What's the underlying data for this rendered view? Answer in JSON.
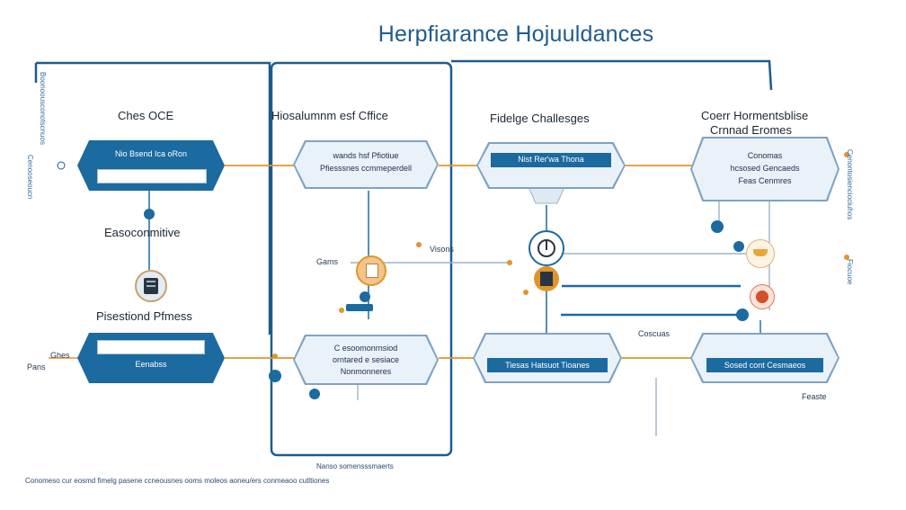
{
  "title": "Herpfiarance Hojuuldances",
  "columns": {
    "col1": "Ches OCE",
    "col2": "Hiosalumnm esf Cffice",
    "col3": "Fidelge Challesges",
    "col4_line1": "Coerr Hormentsblise",
    "col4_line2": "Crnnad Eromes"
  },
  "row_labels": {
    "mid1": "Easoconmitive",
    "mid2": "Pisestiond Pfmess"
  },
  "hexagons": {
    "r1c1": "Nio Bsend Ica oRon",
    "r1c2_line1": "wands hsf Pfiotiue",
    "r1c2_line2": "Pfiesssnes ccmmeperdell",
    "r1c3": "Nist Rer'wa Thona",
    "r1c4_line1": "Conomas",
    "r1c4_line2": "hcsosed Gencaeds",
    "r1c4_line3": "Feas Cenmres",
    "r2c1": "Eenabss",
    "r2c2_line1": "C esoomonrnsiod",
    "r2c2_line2": "orntared e sesiace",
    "r2c2_line3": "Nonmonneres",
    "r2c3": "Tiesas Hatsuot Tioanes",
    "r2c4": "Sosed cont Cesmaeos"
  },
  "side_labels": {
    "gams": "Gams",
    "visons": "Visons",
    "coscuas": "Coscuas",
    "ghes": "Ghes",
    "pans": "Pans",
    "feaste": "Feaste"
  },
  "vertical_text": {
    "left_a": "Boonoousconotscnuos",
    "left_b": "Cenooseoucn",
    "right_a": "Cenontosienciociuhos",
    "right_b": "Fiocuoe"
  },
  "footer": {
    "center": "Nanso somensssmaerts",
    "bottom_left": "Conomeso cur eosmd fimelg pasene ccneousnes ooms moleos aoneu/ers conmeaoo cutltiones"
  },
  "colors": {
    "primary": "#1b6aa0",
    "light": "#d6e4f0",
    "connector": "#e0952c",
    "frame": "#1f5b8e"
  },
  "icons": [
    "server-icon",
    "document-icon",
    "gauge-icon",
    "cup-icon",
    "stop-icon",
    "chip-icon"
  ]
}
